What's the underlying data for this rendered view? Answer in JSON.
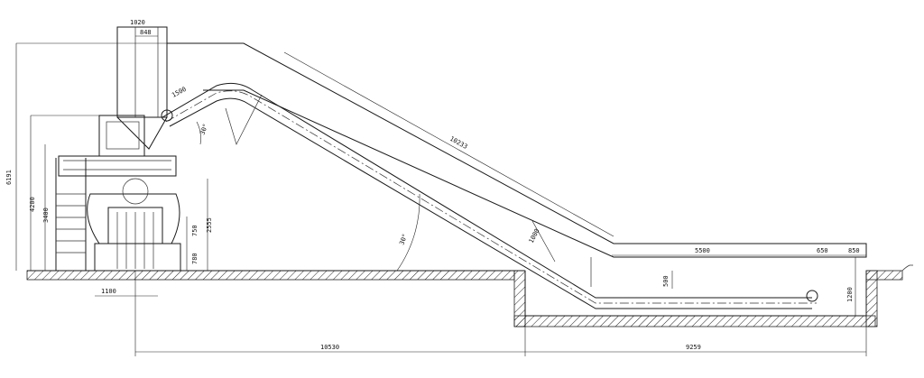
{
  "dimensions": {
    "top_width": "1020",
    "top_inner": "848",
    "overall_height": "6191",
    "platform_height": "4200",
    "railing_height": "3400",
    "right_height": "2555",
    "mid_height": "750",
    "low_height": "780",
    "bend_length": "1500",
    "bend_angle": "30°",
    "incline_length": "10233",
    "conveyor_depth": "1000",
    "incline_angle": "30°",
    "bottom_length": "5500",
    "tail_650": "650",
    "tail_850": "850",
    "pit_depth_left": "500",
    "pit_depth": "1200",
    "base_width": "1100",
    "span_left": "10530",
    "span_right": "9259"
  },
  "colors": {
    "line": "#1a1a1a",
    "background": "#ffffff"
  }
}
